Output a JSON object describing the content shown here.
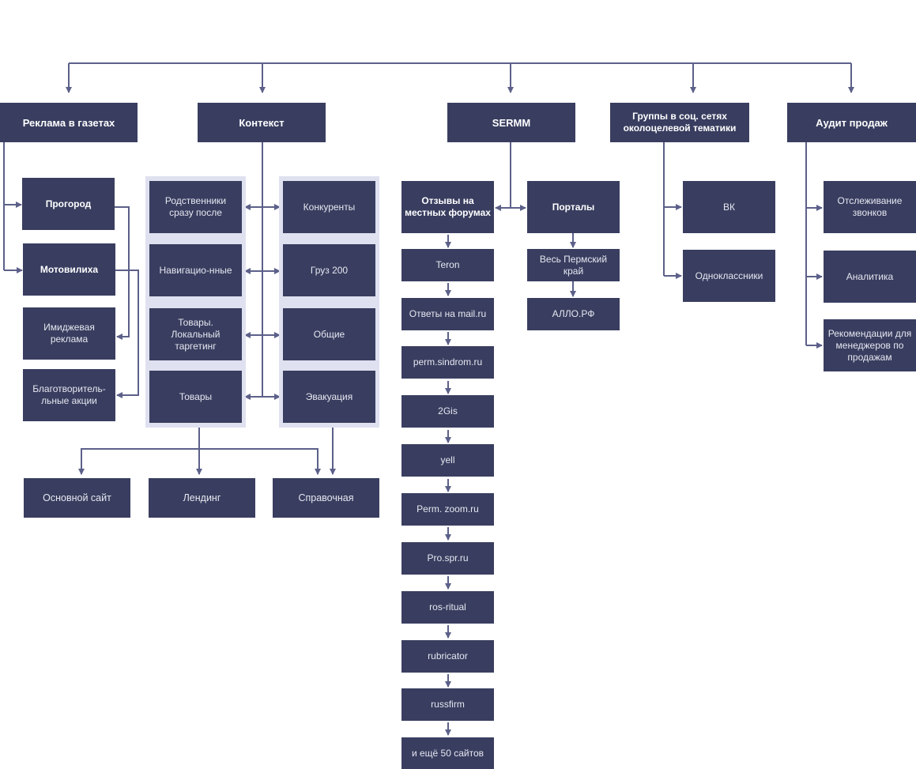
{
  "colors": {
    "box": "#393e60",
    "line": "#5c6089",
    "panel": "#dfe1f0"
  },
  "top": {
    "newspapers": "Реклама в газетах",
    "context": "Контекст",
    "sermm": "SERMM",
    "groups": "Группы в соц. сетях околоцелевой тематики",
    "audit": "Аудит продаж"
  },
  "newspapers": {
    "progorod": "Прогород",
    "motovilikha": "Мотовилиха",
    "image_ads": "Имиджевая реклама",
    "charity": "Благотворитель-льные акции"
  },
  "context": {
    "left": [
      "Родственники сразу после",
      "Навигацио-нные",
      "Товары. Локальный таргетинг",
      "Товары"
    ],
    "right": [
      "Конкуренты",
      "Груз 200",
      "Общие",
      "Эвакуация"
    ],
    "targets": [
      "Основной сайт",
      "Лендинг",
      "Справочная"
    ]
  },
  "sermm": {
    "reviews": "Отзывы на местных форумах",
    "portals": "Порталы",
    "forums": [
      "Teron",
      "Ответы на mail.ru",
      "perm.sindrom.ru",
      "2Gis",
      "yell",
      "Perm. zoom.ru",
      "Pro.spr.ru",
      "ros-ritual",
      "rubricator",
      "russfirm",
      "и ещё 50 сайтов"
    ],
    "portal_list": [
      "Весь Пермский край",
      "АЛЛО.РФ"
    ]
  },
  "groups": {
    "items": [
      "ВК",
      "Одноклассники"
    ]
  },
  "audit": {
    "items": [
      "Отслеживание звонков",
      "Аналитика",
      "Рекомендации для менеджеров по продажам"
    ]
  }
}
